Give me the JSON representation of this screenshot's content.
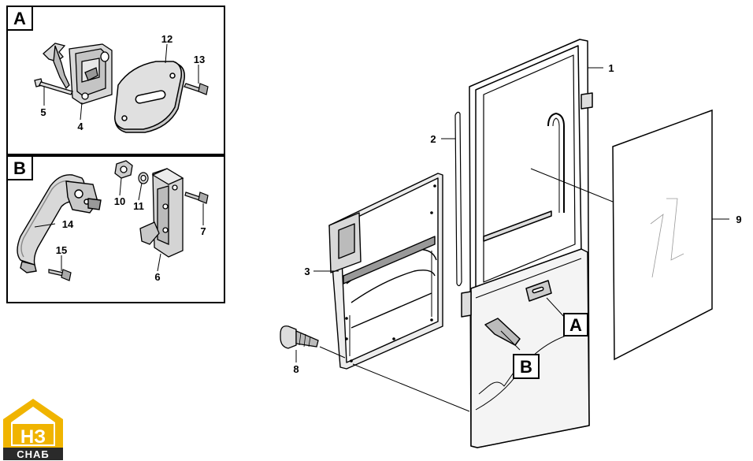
{
  "callouts": {
    "panel_a": "A",
    "panel_b": "B",
    "door_a": "A",
    "door_b": "B"
  },
  "parts": {
    "p1": "1",
    "p2": "2",
    "p3": "3",
    "p4": "4",
    "p5": "5",
    "p6": "6",
    "p7": "7",
    "p8": "8",
    "p9": "9",
    "p10": "10",
    "p11": "11",
    "p12": "12",
    "p13": "13",
    "p14": "14",
    "p15": "15"
  },
  "logo": {
    "main": "НЗ",
    "sub": "СНАБ",
    "color": "#f0b400"
  }
}
